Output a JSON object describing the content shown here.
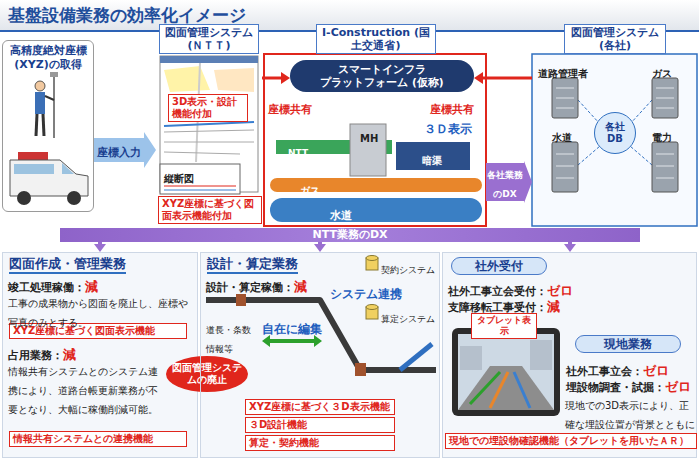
{
  "diagram": {
    "title": "基盤設備業務の効率化イメージ",
    "nodes": [
      {
        "text": [
          "高精度絶対座標 (XYZ)の取得"
        ]
      },
      {
        "text": [
          "図面管理システム (ＮＴＴ)"
        ]
      },
      {
        "text": [
          "3D表示・設計機能付加"
        ],
        "in": 1
      },
      {
        "text": [
          "XYZ座標に基づく図面表示機能付加"
        ],
        "in": 1
      },
      {
        "text": [
          "I-Construction (国土交通省)"
        ]
      },
      {
        "text": [
          "スマートインフラ プラットフォーム (仮称)"
        ],
        "in": 4
      },
      {
        "text": [
          "図面管理システム (各社)"
        ]
      },
      {
        "text": [
          "各社 DB"
        ],
        "in": 6
      },
      {
        "text": [
          "NTT業務のDX"
        ]
      },
      {
        "text": [
          "図面作成・管理業務"
        ]
      },
      {
        "text": [
          "XYZ座標に基づく図面表示機能"
        ],
        "in": 9
      },
      {
        "text": [
          "情報共有システムとの連携機能"
        ],
        "in": 9
      },
      {
        "text": [
          "図面管理システムの廃止"
        ]
      },
      {
        "text": [
          "設計・算定業務"
        ]
      },
      {
        "text": [
          "XYZ座標に基づく３D表示機能"
        ],
        "in": 13
      },
      {
        "text": [
          "３D設計機能"
        ],
        "in": 13
      },
      {
        "text": [
          "算定・契約機能"
        ],
        "in": 13
      },
      {
        "text": [
          "社外受付"
        ]
      },
      {
        "text": [
          "タブレット表示"
        ],
        "in": 17
      },
      {
        "text": [
          "現地業務"
        ],
        "in": 17
      },
      {
        "text": [
          "現地での埋設物確認機能（タブレットを用いたＡＲ）"
        ],
        "in": 17
      }
    ],
    "edges": [
      {
        "from": 0,
        "to": 1,
        "arrow": "to",
        "label": "座標入力"
      },
      {
        "from": 1,
        "to": 5,
        "arrow": "to"
      },
      {
        "from": 6,
        "to": 5,
        "arrow": "to"
      },
      {
        "from": 4,
        "to": 6,
        "arrow": "to",
        "label": "各社業務のDX"
      },
      {
        "from": 8,
        "to": 9,
        "arrow": "to"
      },
      {
        "from": 8,
        "to": 13,
        "arrow": "to"
      },
      {
        "from": 8,
        "to": 17,
        "arrow": "to"
      }
    ],
    "labels": [
      "座標共有",
      "座標共有",
      "３Ｄ表示",
      "NTT",
      "MH",
      "暗渠",
      "ガス",
      "水道",
      "縦断図",
      "道路管理者",
      "ガス",
      "水道",
      "電力",
      "竣工処理稼働：",
      "減",
      "工事の成果物から図面を廃止し、座標や写真のみとする。",
      "占用業務：",
      "減",
      "情報共有システムとのシステム連携により、道路台帳更新業務が不要となり、大幅に稼働削減可能。",
      "設計・算定稼働：",
      "減",
      "契約システム",
      "算定システム",
      "システム連携",
      "自在に編集",
      "道長・条数 情報等",
      "社外工事立会受付：",
      "ゼロ",
      "支障移転工事受付：",
      "減",
      "社外工事立会：",
      "ゼロ",
      "埋設物調査・試掘：",
      "ゼロ",
      "現地での3D表示により、正確な埋設位置が背景とともに"
    ]
  }
}
